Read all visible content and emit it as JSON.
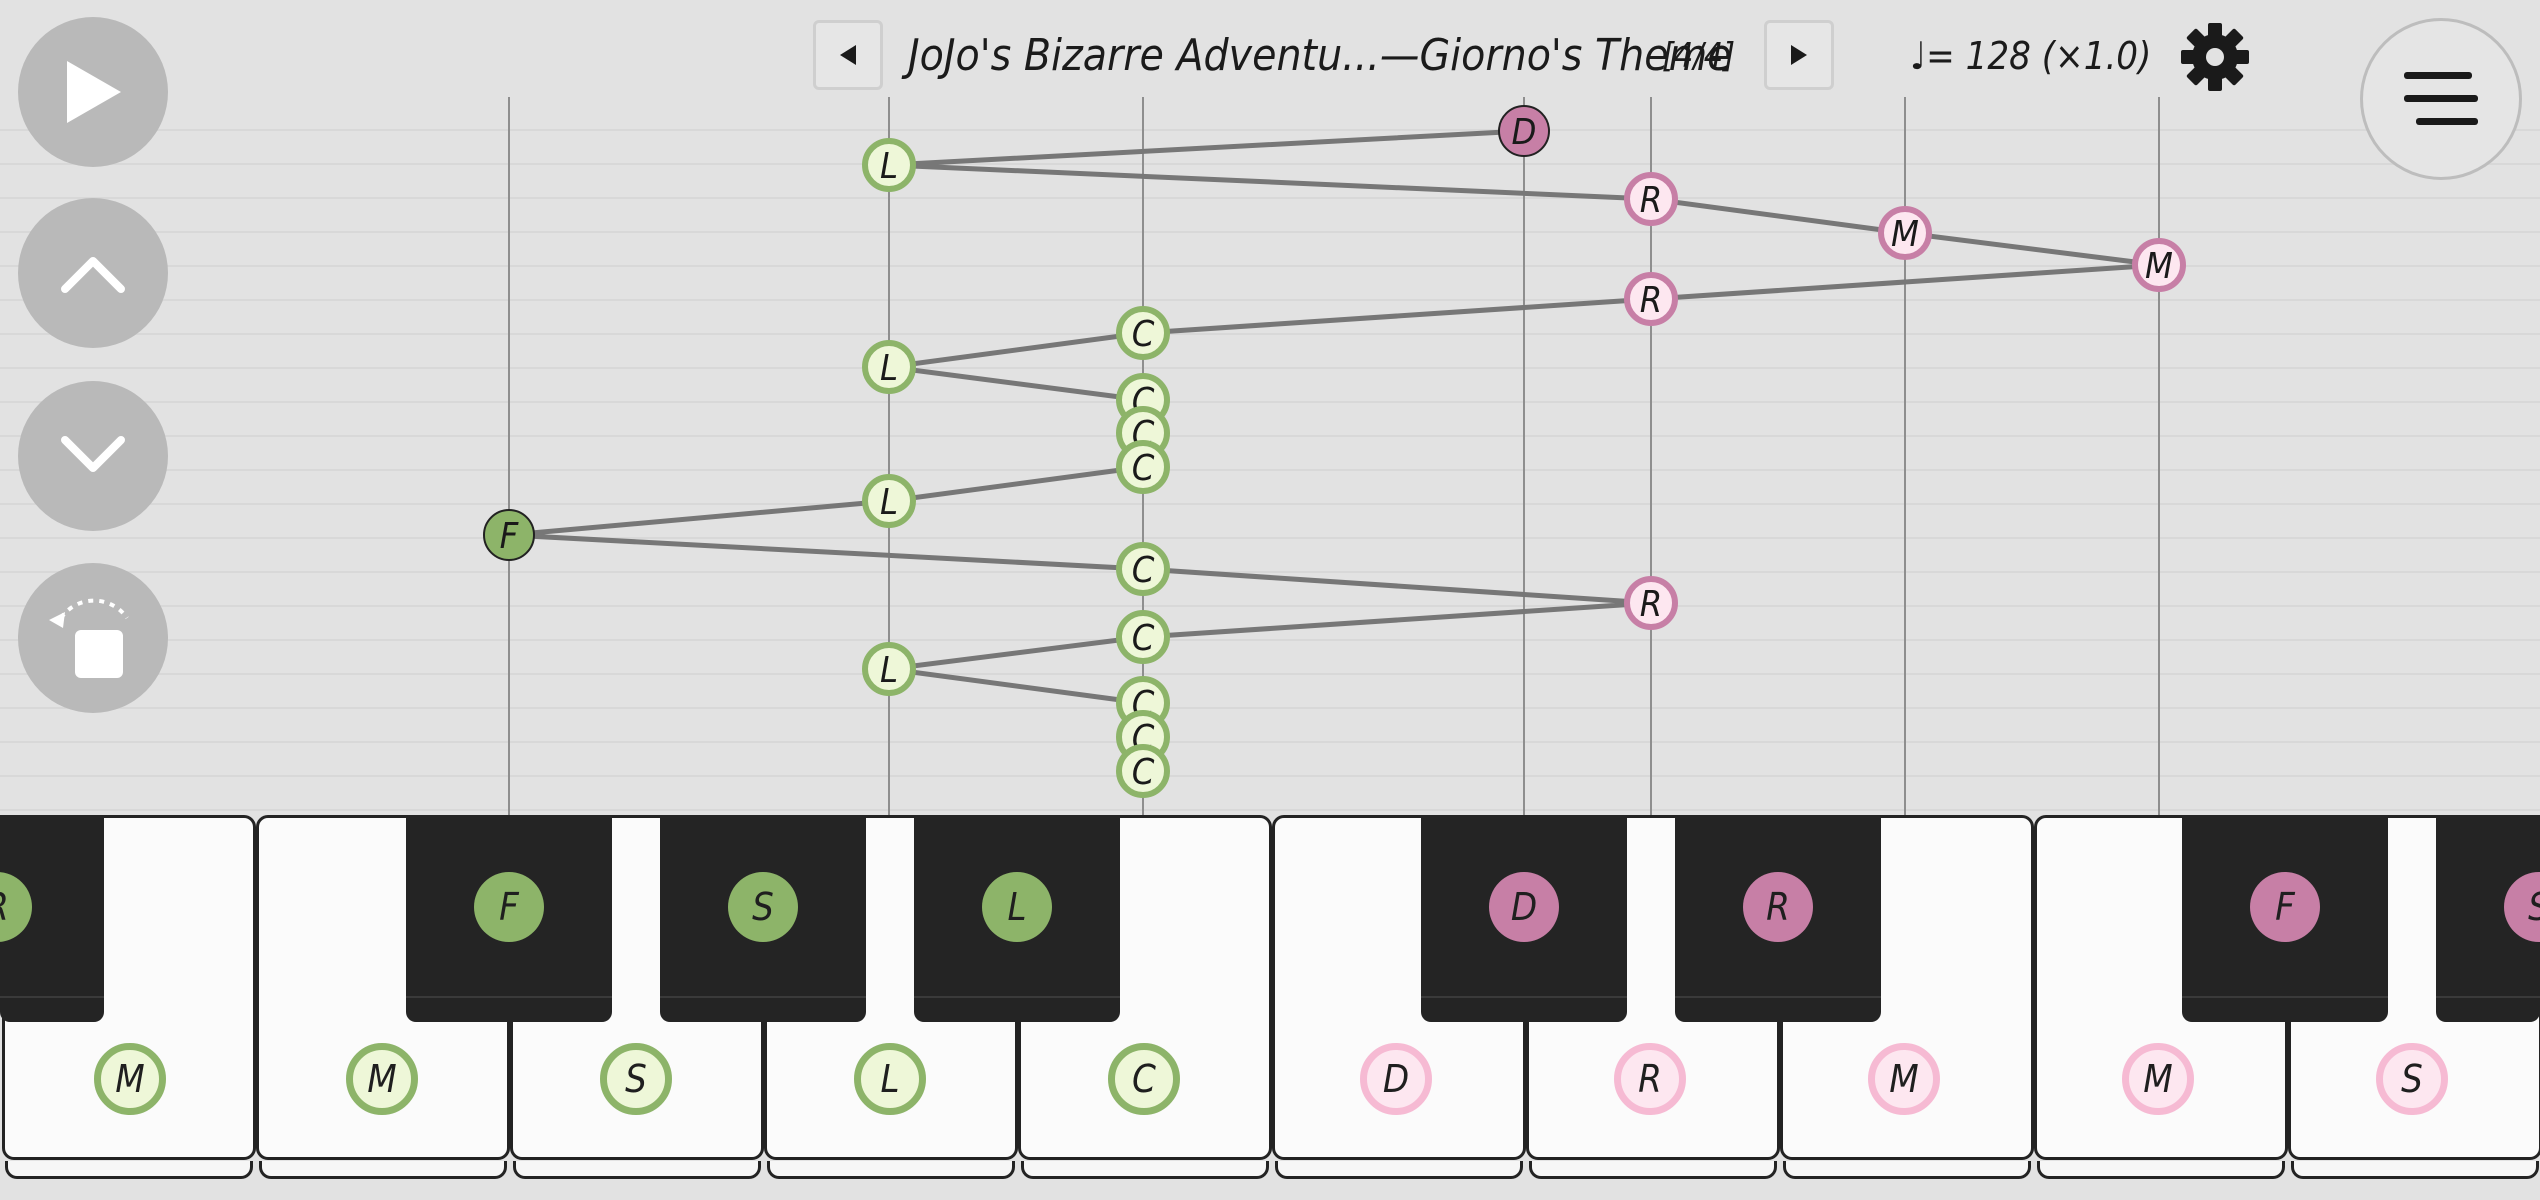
{
  "header": {
    "title": "JoJo's Bizarre Adventu...—Giorno's Theme",
    "page_indicator": "[4/4]",
    "tempo": "♩= 128 (×1.0)"
  },
  "icons": {
    "play": "play-icon",
    "up": "chevron-up-icon",
    "down": "chevron-down-icon",
    "loop_stop": "loop-stop-icon",
    "prev": "prev-triangle-icon",
    "next": "next-triangle-icon",
    "settings": "gear-icon",
    "menu": "hamburger-icon"
  },
  "colors": {
    "background": "#e2e2e2",
    "button": "#b9b9b9",
    "green_fill": "#8db469",
    "green_light": "#eef7d8",
    "pink_fill": "#c77fa6",
    "pink_light": "#fde7f0",
    "pink_ring": "#c77fa6",
    "connector": "#777777",
    "black_key": "#242424"
  },
  "notes": [
    {
      "label": "D",
      "hand": "right",
      "style": "filled"
    },
    {
      "label": "L",
      "hand": "left",
      "style": "ring"
    },
    {
      "label": "R",
      "hand": "right",
      "style": "ring"
    },
    {
      "label": "M",
      "hand": "right",
      "style": "ring"
    },
    {
      "label": "M",
      "hand": "right",
      "style": "ring"
    },
    {
      "label": "R",
      "hand": "right",
      "style": "ring"
    },
    {
      "label": "C",
      "hand": "left",
      "style": "ring"
    },
    {
      "label": "L",
      "hand": "left",
      "style": "ring"
    },
    {
      "label": "C",
      "hand": "left",
      "style": "ring"
    },
    {
      "label": "C",
      "hand": "left",
      "style": "ring"
    },
    {
      "label": "C",
      "hand": "left",
      "style": "ring"
    },
    {
      "label": "L",
      "hand": "left",
      "style": "ring"
    },
    {
      "label": "F",
      "hand": "left",
      "style": "filled"
    },
    {
      "label": "C",
      "hand": "left",
      "style": "ring"
    },
    {
      "label": "R",
      "hand": "right",
      "style": "ring"
    },
    {
      "label": "C",
      "hand": "left",
      "style": "ring"
    },
    {
      "label": "L",
      "hand": "left",
      "style": "ring"
    },
    {
      "label": "C",
      "hand": "left",
      "style": "ring"
    },
    {
      "label": "C",
      "hand": "left",
      "style": "ring"
    },
    {
      "label": "C",
      "hand": "left",
      "style": "ring"
    }
  ],
  "keyboard": {
    "white_keys": [
      {
        "label": "M",
        "hand": "left"
      },
      {
        "label": "M",
        "hand": "left"
      },
      {
        "label": "S",
        "hand": "left"
      },
      {
        "label": "L",
        "hand": "left"
      },
      {
        "label": "C",
        "hand": "left"
      },
      {
        "label": "D",
        "hand": "right"
      },
      {
        "label": "R",
        "hand": "right"
      },
      {
        "label": "M",
        "hand": "right"
      },
      {
        "label": "M",
        "hand": "right"
      },
      {
        "label": "S",
        "hand": "right"
      }
    ],
    "black_keys": [
      {
        "label": "R",
        "hand": "left"
      },
      {
        "label": "F",
        "hand": "left"
      },
      {
        "label": "S",
        "hand": "left"
      },
      {
        "label": "L",
        "hand": "left"
      },
      {
        "label": "D",
        "hand": "right"
      },
      {
        "label": "R",
        "hand": "right"
      },
      {
        "label": "F",
        "hand": "right"
      },
      {
        "label": "S",
        "hand": "right"
      }
    ]
  }
}
